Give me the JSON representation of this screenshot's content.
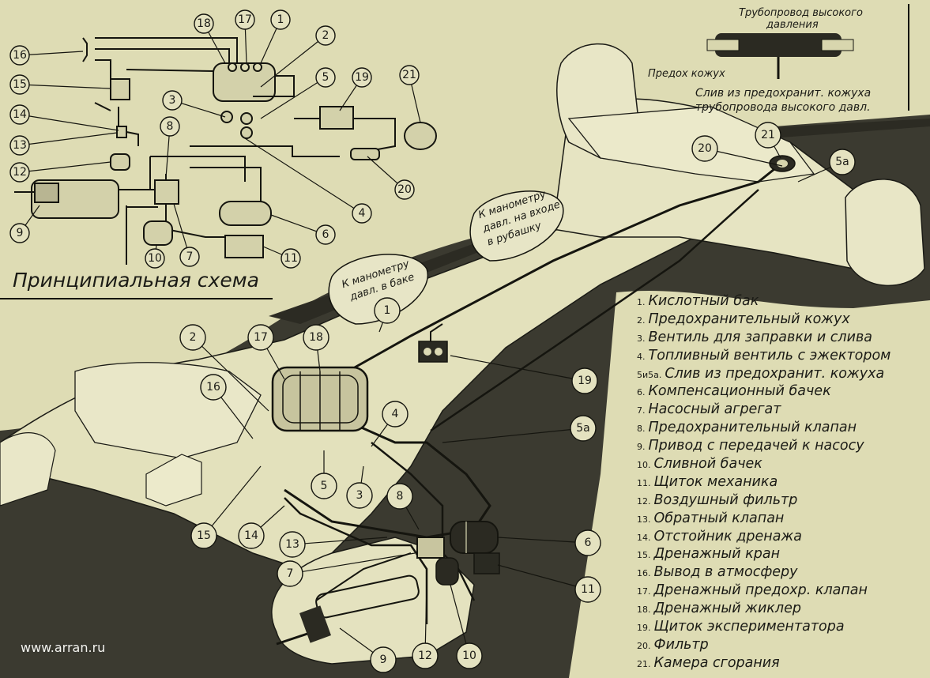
{
  "schema_title": "Принципиальная схема",
  "inset": {
    "high_pressure_pipe": [
      "Трубопровод высокого",
      "давления"
    ],
    "shroud": "Предох кожух",
    "drain_caption": [
      "Слив из предохранит. кожуха",
      "трубопровода высокого давл."
    ]
  },
  "callouts": {
    "tank_pressure": [
      "К манометру",
      "давл. в баке"
    ],
    "jacket_pressure": [
      "К манометру",
      "давл. на входе",
      "в рубашку"
    ]
  },
  "legend": [
    {
      "n": "1.",
      "text": "Кислотный бак"
    },
    {
      "n": "2.",
      "text": "Предохранительный кожух"
    },
    {
      "n": "3.",
      "text": "Вентиль для заправки и слива"
    },
    {
      "n": "4.",
      "text": "Топливный вентиль с эжектором"
    },
    {
      "n": "5и5а.",
      "text": "Слив из предохранит. кожуха"
    },
    {
      "n": "6.",
      "text": "Компенсационный бачек"
    },
    {
      "n": "7.",
      "text": "Насосный агрегат"
    },
    {
      "n": "8.",
      "text": "Предохранительный клапан"
    },
    {
      "n": "9.",
      "text": "Привод с передачей к насосу"
    },
    {
      "n": "10.",
      "text": "Сливной бачек"
    },
    {
      "n": "11.",
      "text": "Щиток механика"
    },
    {
      "n": "12.",
      "text": "Воздушный фильтр"
    },
    {
      "n": "13.",
      "text": "Обратный клапан"
    },
    {
      "n": "14.",
      "text": "Отстойник дренажа"
    },
    {
      "n": "15.",
      "text": "Дренажный кран"
    },
    {
      "n": "16.",
      "text": "Вывод в атмосферу"
    },
    {
      "n": "17.",
      "text": "Дренажный предохр. клапан"
    },
    {
      "n": "18.",
      "text": "Дренажный жиклер"
    },
    {
      "n": "19.",
      "text": "Щиток экспериментатора"
    },
    {
      "n": "20.",
      "text": "Фильтр"
    },
    {
      "n": "21.",
      "text": "Камера сгорания"
    }
  ],
  "schema_labels": [
    "16",
    "15",
    "14",
    "13",
    "12",
    "9",
    "18",
    "17",
    "1",
    "2",
    "5",
    "3",
    "8",
    "19",
    "21",
    "4",
    "20",
    "6",
    "10",
    "7",
    "11"
  ],
  "plane_labels": [
    "2",
    "17",
    "18",
    "16",
    "15",
    "14",
    "13",
    "7",
    "1",
    "19",
    "5a",
    "4",
    "5",
    "3",
    "8",
    "6",
    "11",
    "9",
    "12",
    "10",
    "20",
    "21",
    "5a"
  ],
  "watermark": "www.arran.ru"
}
